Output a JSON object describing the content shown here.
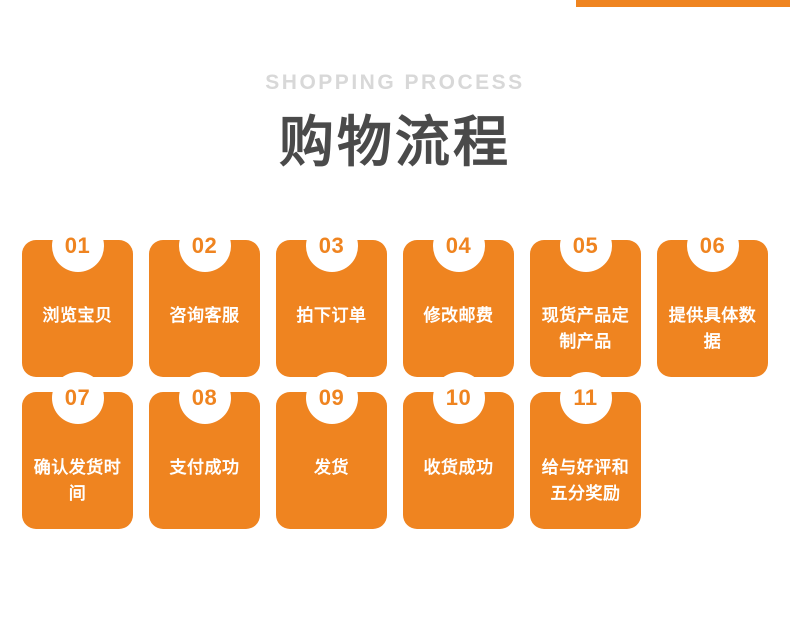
{
  "header": {
    "subtitle_en": "SHOPPING PROCESS",
    "title_cn": "购物流程"
  },
  "colors": {
    "accent": "#ef8420",
    "title": "#4a4a4a",
    "subtitle": "#d8d8d8",
    "card_text": "#ffffff"
  },
  "rows": [
    {
      "steps": [
        {
          "number": "01",
          "label": "浏览宝贝"
        },
        {
          "number": "02",
          "label": "咨询客服"
        },
        {
          "number": "03",
          "label": "拍下订单"
        },
        {
          "number": "04",
          "label": "修改邮费"
        },
        {
          "number": "05",
          "label": "现货产品定制产品"
        },
        {
          "number": "06",
          "label": "提供具体数据"
        }
      ]
    },
    {
      "steps": [
        {
          "number": "07",
          "label": "确认发货时间"
        },
        {
          "number": "08",
          "label": "支付成功"
        },
        {
          "number": "09",
          "label": "发货"
        },
        {
          "number": "10",
          "label": "收货成功"
        },
        {
          "number": "11",
          "label": "给与好评和五分奖励"
        }
      ]
    }
  ]
}
